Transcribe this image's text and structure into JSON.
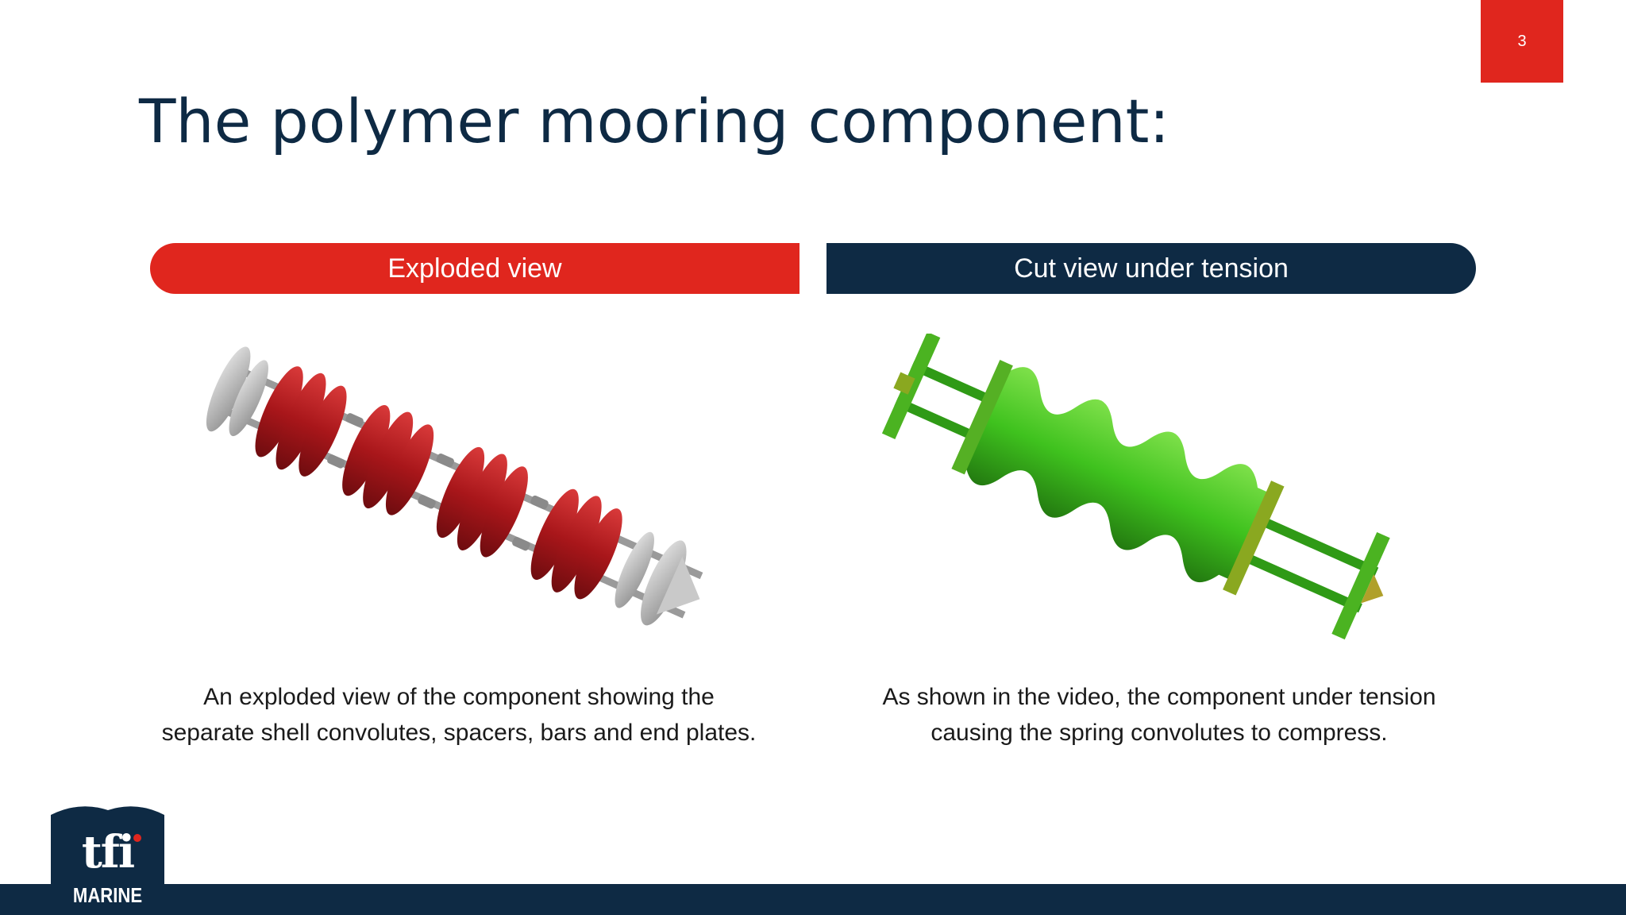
{
  "page_number": "3",
  "title": "The polymer mooring component:",
  "sections": [
    {
      "header": "Exploded view",
      "caption_line1": "An exploded view of the component showing the",
      "caption_line2": "separate shell convolutes, spacers, bars and end plates.",
      "color": "#e0261e"
    },
    {
      "header": "Cut view under tension",
      "caption_line1": "As shown in the video, the component under tension",
      "caption_line2": "causing the spring convolutes to compress.",
      "color": "#0e2a44"
    }
  ],
  "logo": {
    "brand_top": "tfi",
    "brand_bottom": "MARINE"
  },
  "colors": {
    "accent_red": "#e0261e",
    "navy": "#0e2a44",
    "component_red": "#a8161a",
    "component_green": "#3fc21e",
    "metal_grey": "#b8b8b8"
  }
}
